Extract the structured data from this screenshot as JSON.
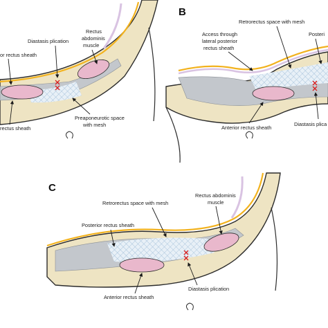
{
  "colors": {
    "skin_fat": "#eee4c3",
    "outline": "#2b2b2b",
    "yellow_line": "#f2b21e",
    "purple_line": "#d9c3e2",
    "muscle": "#e9b8cc",
    "fascia": "#c3c7cc",
    "mesh": "#bcd3e6",
    "suture": "#d81e1e"
  },
  "panels": {
    "a": {
      "labels": {
        "posterior_sheath_partial": "or rectus sheath",
        "diastasis_plication": "Diastasis plication",
        "rectus_abdominis_line1": "Rectus",
        "rectus_abdominis_line2": "abdominis",
        "rectus_abdominis_line3": "muscle",
        "anterior_sheath_partial": "rectus sheath",
        "preaponeurotic_line1": "Preaponeurotic space",
        "preaponeurotic_line2": "with mesh"
      }
    },
    "b": {
      "letter": "B",
      "labels": {
        "retrorectus": "Retrorectus space with mesh",
        "access_line1": "Access through",
        "access_line2": "lateral posterior",
        "access_line3": "rectus sheath",
        "posterior_partial": "Posteri",
        "anterior_sheath": "Anterior rectus sheath",
        "diastasis_partial": "Diastasis plica"
      }
    },
    "c": {
      "letter": "C",
      "labels": {
        "retrorectus": "Retrorectus space with mesh",
        "rectus_line1": "Rectus abdominis",
        "rectus_line2": "muscle",
        "posterior_sheath": "Posterior rectus sheath",
        "anterior_sheath": "Anterior rectus sheath",
        "diastasis_plication": "Diastasis plication"
      }
    }
  }
}
